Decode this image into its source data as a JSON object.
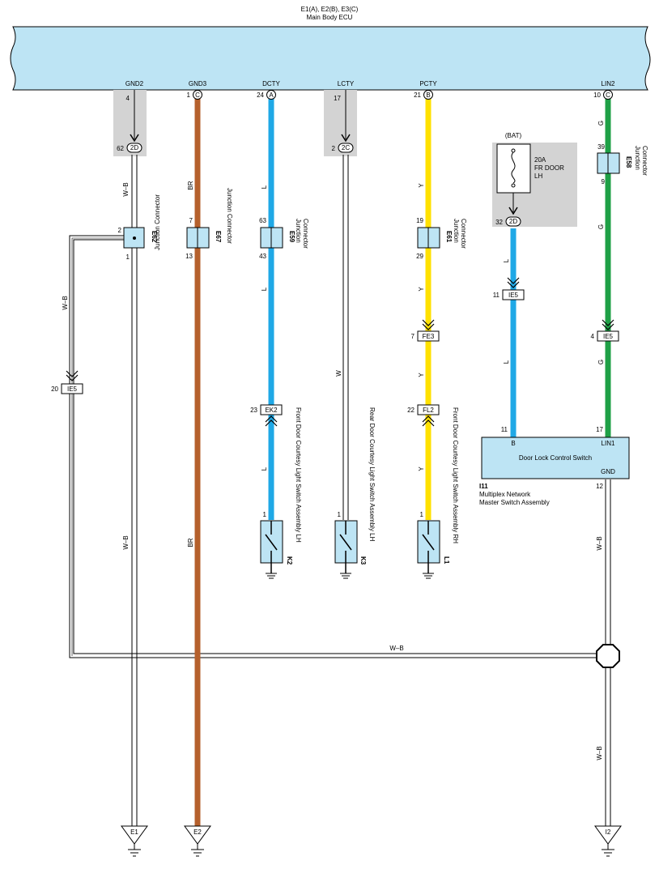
{
  "ecu": {
    "connectors": "E1(A), E2(B), E3(C)",
    "name": "Main Body ECU",
    "pins": {
      "gnd2": {
        "name": "GND2",
        "num": "4"
      },
      "gnd3": {
        "name": "GND3",
        "num": "1",
        "conn": "C"
      },
      "dcty": {
        "name": "DCTY",
        "num": "24",
        "conn": "A"
      },
      "lcty": {
        "name": "LCTY",
        "num": "17"
      },
      "pcty": {
        "name": "PCTY",
        "num": "21",
        "conn": "B"
      },
      "lin2": {
        "name": "LIN2",
        "num": "10",
        "conn": "C"
      }
    }
  },
  "junctions": {
    "j2d_left": {
      "num": "62",
      "code": "2D"
    },
    "j2c": {
      "num": "2",
      "code": "2C"
    },
    "j2d_right": {
      "num": "32",
      "code": "2D"
    }
  },
  "connectors": {
    "e62": {
      "id": "E62",
      "desc": "Junction Connector",
      "pin_top": "2",
      "pin_bot": "1"
    },
    "e67": {
      "id": "E67",
      "desc": "Junction Connector",
      "pin_top": "7",
      "pin_bot": "13"
    },
    "e59": {
      "id": "E59",
      "desc1": "Junction",
      "desc2": "Connector",
      "pin_top": "63",
      "pin_bot": "43"
    },
    "e61": {
      "id": "E61",
      "desc1": "Junction",
      "desc2": "Connector",
      "pin_top": "19",
      "pin_bot": "29"
    },
    "e58": {
      "id": "E58",
      "desc1": "Junction",
      "desc2": "Connector",
      "pin_top": "39",
      "pin_bot": "9"
    }
  },
  "inline": {
    "ie5_left": {
      "num": "20",
      "code": "IE5"
    },
    "ek2": {
      "num": "23",
      "code": "EK2"
    },
    "fe3": {
      "num": "7",
      "code": "FE3"
    },
    "fl2": {
      "num": "22",
      "code": "FL2"
    },
    "ie5_mid": {
      "num": "11",
      "code": "IE5"
    },
    "ie5_right": {
      "num": "4",
      "code": "IE5"
    }
  },
  "fuse": {
    "source": "(BAT)",
    "rating": "20A",
    "name1": "FR DOOR",
    "name2": "LH"
  },
  "switches": {
    "k2": {
      "id": "K2",
      "desc": "Front Door Courtesy Light Switch Assembly LH",
      "pin": "1"
    },
    "k3": {
      "id": "K3",
      "desc": "Rear Door Courtesy Light Switch Assembly LH",
      "pin": "1"
    },
    "l1": {
      "id": "L1",
      "desc": "Front Door Courtesy Light Switch Assembly RH",
      "pin": "1"
    }
  },
  "module": {
    "title": "Door Lock Control Switch",
    "pin_b": "B",
    "pin_b_num": "11",
    "pin_lin1": "LIN1",
    "pin_lin1_num": "17",
    "pin_gnd": "GND",
    "pin_gnd_num": "12",
    "id": "I11",
    "desc1": "Multiplex Network",
    "desc2": "Master Switch Assembly"
  },
  "wire_colors": {
    "wb": "W–B",
    "br": "BR",
    "l": "L",
    "w": "W",
    "y": "Y",
    "g": "G"
  },
  "grounds": {
    "e1": "E1",
    "e2": "E2",
    "i2": "I2"
  },
  "colors": {
    "ecu_fill": "#bde4f4",
    "blue_wire": "#1fa8e6",
    "brown_wire": "#b5602c",
    "yellow_wire": "#ffe100",
    "green_wire": "#1fa046",
    "shade": "#d3d3d3",
    "connector_fill": "#bde4f4"
  }
}
